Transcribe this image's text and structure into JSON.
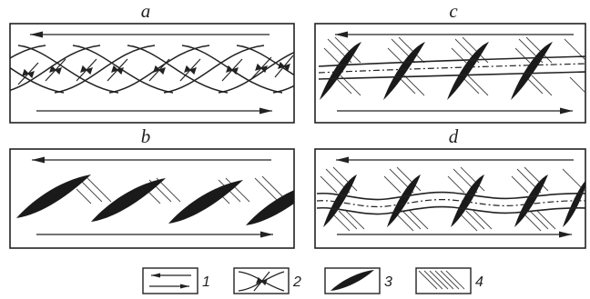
{
  "panels": [
    {
      "id": "a",
      "label": "a"
    },
    {
      "id": "c",
      "label": "c"
    },
    {
      "id": "b",
      "label": "b"
    },
    {
      "id": "d",
      "label": "d"
    }
  ],
  "legend": [
    {
      "number": "1",
      "icon": "shear-arrows-icon"
    },
    {
      "number": "2",
      "icon": "compression-fold-icon"
    },
    {
      "number": "3",
      "icon": "sigmoidal-vein-icon"
    },
    {
      "number": "4",
      "icon": "hatching-icon"
    }
  ]
}
